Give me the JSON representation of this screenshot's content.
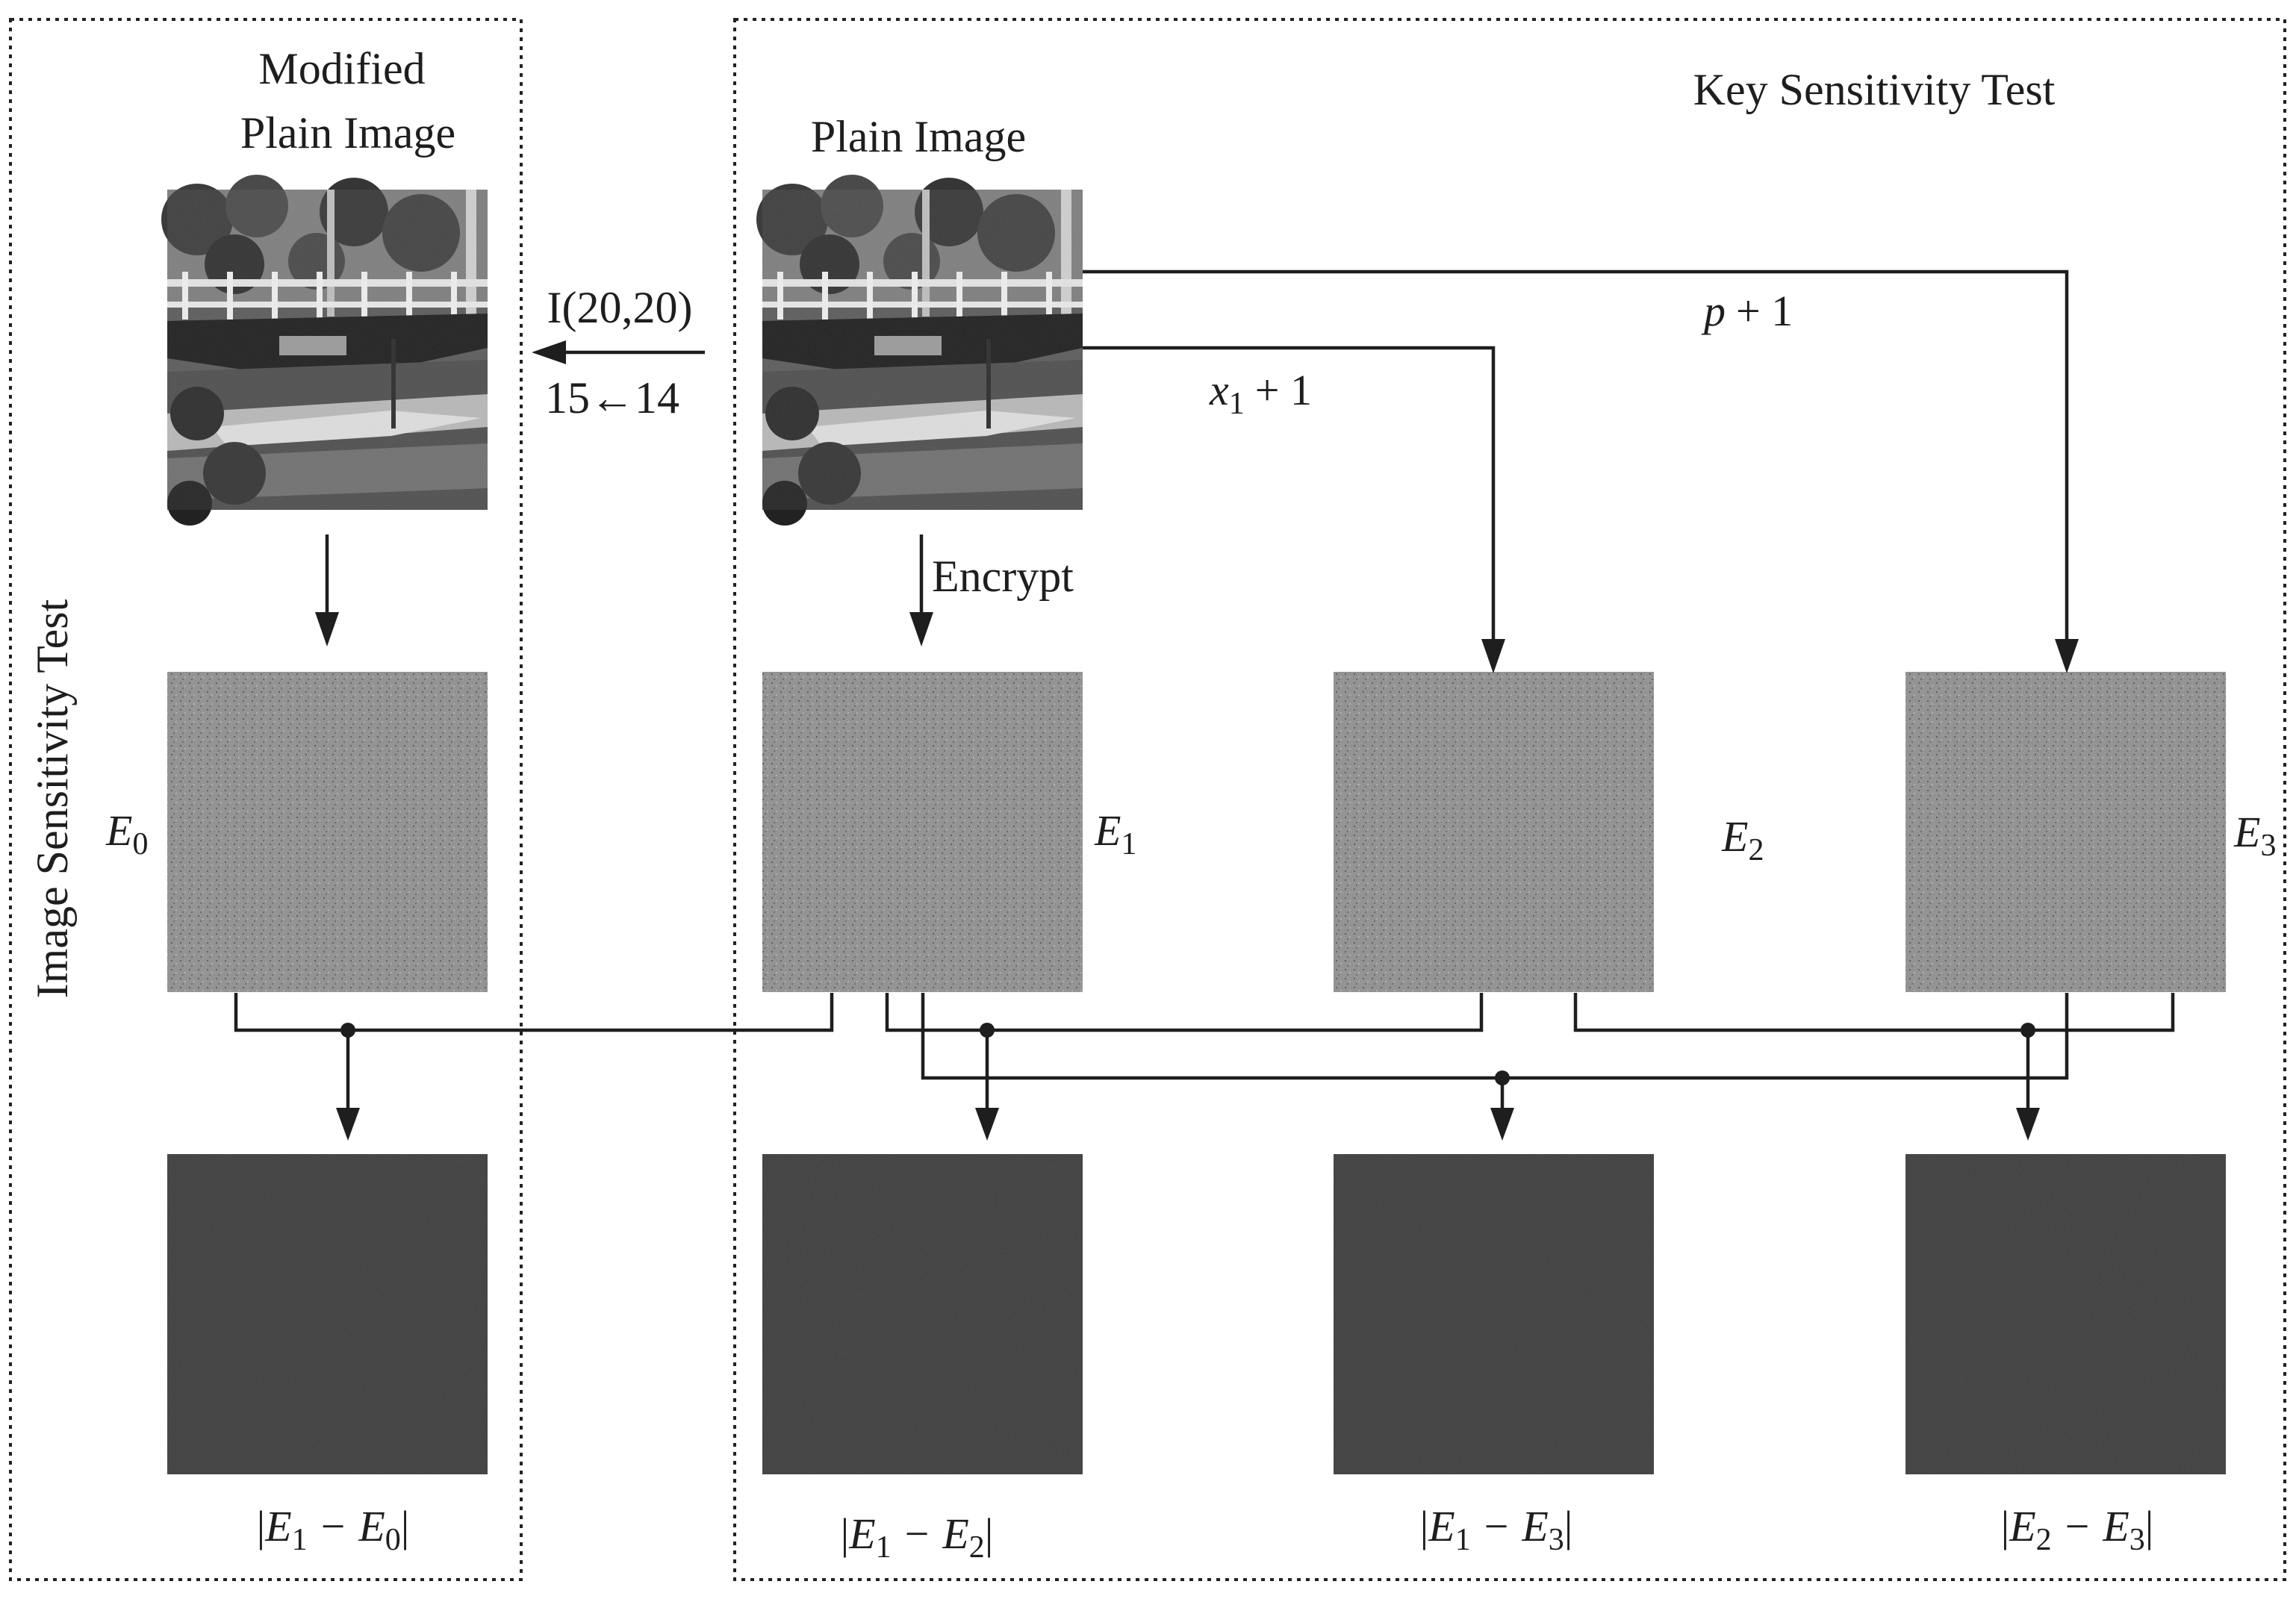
{
  "panels": {
    "left_title": "Image Sensitivity Test",
    "right_title": "Key Sensitivity Test"
  },
  "labels": {
    "modified_line1": "Modified",
    "modified_line2": "Plain Image",
    "plain_image": "Plain Image",
    "pixel_position": "I(20,20)",
    "pixel_change": "15←14",
    "encrypt": "Encrypt",
    "key_p": "p + 1",
    "key_x1": "x1 + 1"
  },
  "math": {
    "E": "E",
    "minus": "−",
    "bar": "|",
    "key_p_var": "p",
    "key_x_var": "x",
    "plus_one": "+ 1"
  },
  "subscripts": {
    "e0": "0",
    "e1": "1",
    "e2": "2",
    "e3": "3"
  },
  "icons": {
    "photo": "bridge-photo-icon",
    "cipher": "noise-texture-icon"
  },
  "colors": {
    "ink": "#1e1e1e",
    "cipher_gray": "#858585",
    "diff_gray": "#3b3b3b"
  }
}
